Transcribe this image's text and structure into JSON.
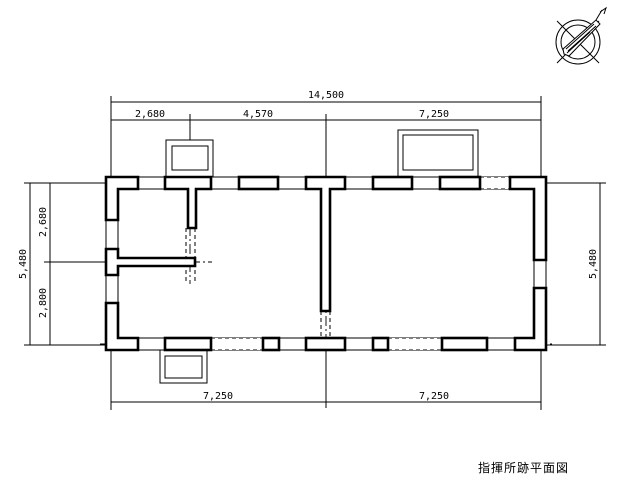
{
  "title": "指揮所跡平面図",
  "dimensions": {
    "total_width": "14,500",
    "top_segments": [
      "2,680",
      "4,570",
      "7,250"
    ],
    "bottom_segments": [
      "7,250",
      "7,250"
    ],
    "left_total": "5,480",
    "left_segments": [
      "2,680",
      "2,800"
    ],
    "right_total": "5,480"
  },
  "compass": {
    "icon": "north-arrow-compass-icon"
  }
}
